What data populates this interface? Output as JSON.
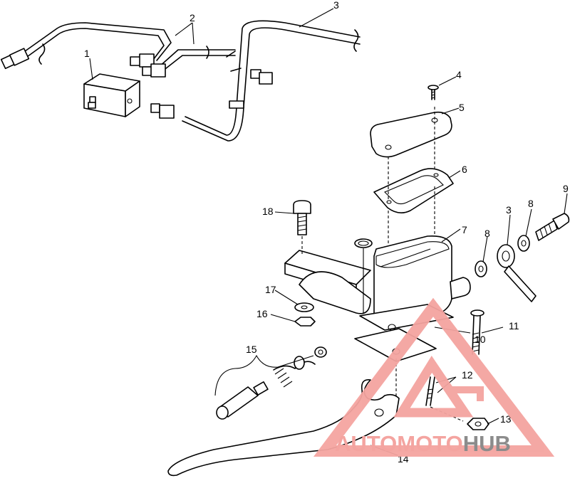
{
  "callouts": [
    {
      "id": "c1",
      "text": "1"
    },
    {
      "id": "c2",
      "text": "2"
    },
    {
      "id": "c3a",
      "text": "3"
    },
    {
      "id": "c3b",
      "text": "3"
    },
    {
      "id": "c4",
      "text": "4"
    },
    {
      "id": "c5",
      "text": "5"
    },
    {
      "id": "c6",
      "text": "6"
    },
    {
      "id": "c7",
      "text": "7"
    },
    {
      "id": "c8a",
      "text": "8"
    },
    {
      "id": "c8b",
      "text": "8"
    },
    {
      "id": "c9",
      "text": "9"
    },
    {
      "id": "c10",
      "text": "10"
    },
    {
      "id": "c11",
      "text": "11"
    },
    {
      "id": "c12",
      "text": "12"
    },
    {
      "id": "c13",
      "text": "13"
    },
    {
      "id": "c14",
      "text": "14"
    },
    {
      "id": "c15",
      "text": "15"
    },
    {
      "id": "c16",
      "text": "16"
    },
    {
      "id": "c17",
      "text": "17"
    },
    {
      "id": "c18",
      "text": "18"
    }
  ],
  "watermark": {
    "part1": "AUTO",
    "part2": "MOTO",
    "part3": "HUB",
    "color_red": "#f4a4a0",
    "color_grey": "#8c8c8c"
  }
}
